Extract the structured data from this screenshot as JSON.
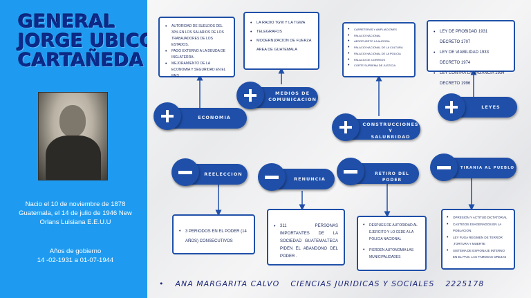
{
  "left": {
    "title_lines": [
      "GENERAL",
      "JORGE UBICO",
      "CARTAÑEDA"
    ],
    "birth": [
      "Nacio el 10 de noviembre de 1878",
      "Guatemala, el 14 de julio de 1946  New",
      "Orlans Luisiana E.E.U.U"
    ],
    "gov": [
      "Años de gobierno",
      "14 -02-1931 a 01-07-1944"
    ]
  },
  "nodes": {
    "economia": {
      "label": "ECONOMIA",
      "items": [
        "Autoridad de sueldos del 30% en los salarios de los trabajadores de los estados.",
        "Pago externo a la deuda de Inglaterra.",
        "Mejoramiento de la economia y seguridad en el pais"
      ]
    },
    "medios": {
      "label": [
        "MEDIOS DE",
        "COMUNICACION"
      ],
      "items": [
        "La radio TGW y la TGWA",
        "Telegrafos",
        "Modernizacion de fuerza area de Guatemala"
      ]
    },
    "construcciones": {
      "label": [
        "CONSTRUCCIONES Y",
        "SALUBRIDAD"
      ],
      "items": [
        "Carreteras y ampliaciones",
        "Palacio nacional",
        "Aeropuerto la aurora",
        "Palacio nacional de la cultura",
        "Palacio nacional de la policia",
        "Palacio de correos",
        "Corte suprema de justicia"
      ]
    },
    "leyes": {
      "label": "LEYES",
      "items": [
        "Ley de probidad 1931 decreto 1707",
        "Ley de viabilidad 1933 decreto 1974",
        "Ley contra la vagancia 1934 decreto 1996"
      ]
    },
    "reeleccion": {
      "label": "REELECCION",
      "items": [
        "3 periodos en el poder (14 años) consecutivos"
      ]
    },
    "renuncia": {
      "label": "RENUNCIA",
      "items": [
        "311 personas importantes de la sociedad guatemalteca piden el abandono del poder ."
      ]
    },
    "retiro": {
      "label": "RETIRO DEL PODER",
      "items": [
        "Despues de autoridad al ejercito y lo cede a la policia nacional",
        "Pierden autonomia las municipalidades"
      ]
    },
    "tirania": {
      "label": "TIRANIA AL PUEBLO",
      "items": [
        "Opresion y actitud dictatorial",
        "Castigos exagerados en la poblacion.",
        "Ley fuga regimen de terror ,tortura y muerte",
        "Sistema de espionaje interno en el pais. las famosas orejas"
      ]
    }
  },
  "footer": {
    "name": "ana margarita calvo",
    "faculty": "ciencias juridicas y sociales",
    "id": "2225178"
  },
  "colors": {
    "left_panel": "#1e9bf0",
    "node": "#1f4fa8",
    "title": "#0b2a8a"
  }
}
